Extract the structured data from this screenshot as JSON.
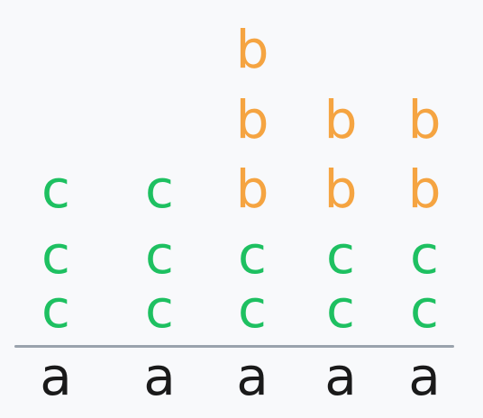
{
  "letters": {
    "base": "a",
    "stack_low": "c",
    "stack_high": "b"
  },
  "columns": [
    {
      "base": "a",
      "stack": [
        "c",
        "c",
        "c"
      ]
    },
    {
      "base": "a",
      "stack": [
        "c",
        "c",
        "c"
      ]
    },
    {
      "base": "a",
      "stack": [
        "c",
        "c",
        "b",
        "b",
        "b"
      ]
    },
    {
      "base": "a",
      "stack": [
        "c",
        "c",
        "b",
        "b"
      ]
    },
    {
      "base": "a",
      "stack": [
        "c",
        "c",
        "b",
        "b"
      ]
    }
  ],
  "colors": {
    "base": "#1a1a1a",
    "c": "#1ec061",
    "b": "#f5a441",
    "baseline": "#9aa3ad",
    "background": "#f8f9fb"
  }
}
